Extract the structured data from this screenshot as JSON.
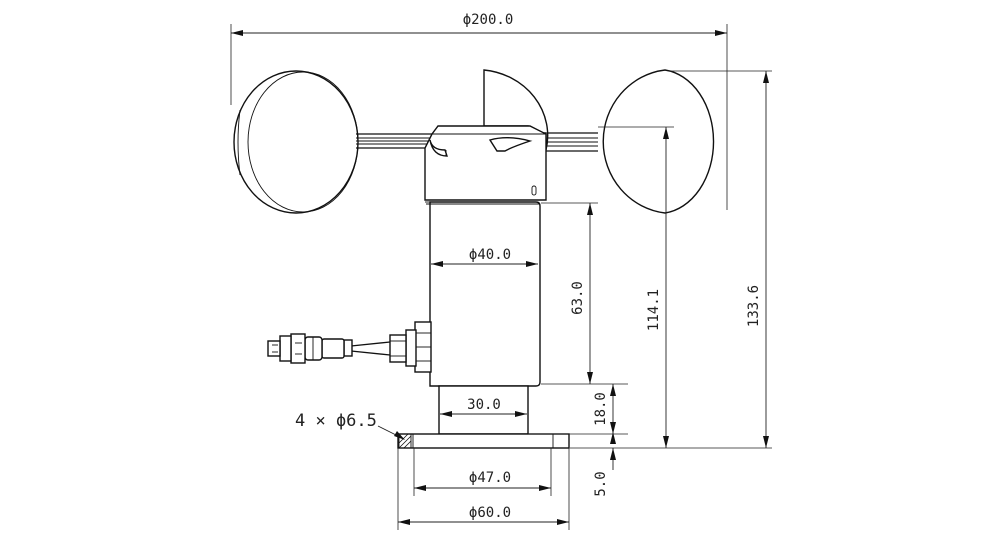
{
  "dimensions": {
    "overall_width": "ϕ200.0",
    "body_diameter": "ϕ40.0",
    "body_height": "63.0",
    "cup_axis_height": "114.1",
    "total_height": "133.6",
    "neck_diameter": "30.0",
    "neck_height": "18.0",
    "flange_thickness": "5.0",
    "bolt_circle": "ϕ47.0",
    "flange_diameter": "ϕ60.0",
    "mounting_holes": "4 × ϕ6.5"
  },
  "colors": {
    "line": "#111111",
    "background": "#ffffff"
  }
}
